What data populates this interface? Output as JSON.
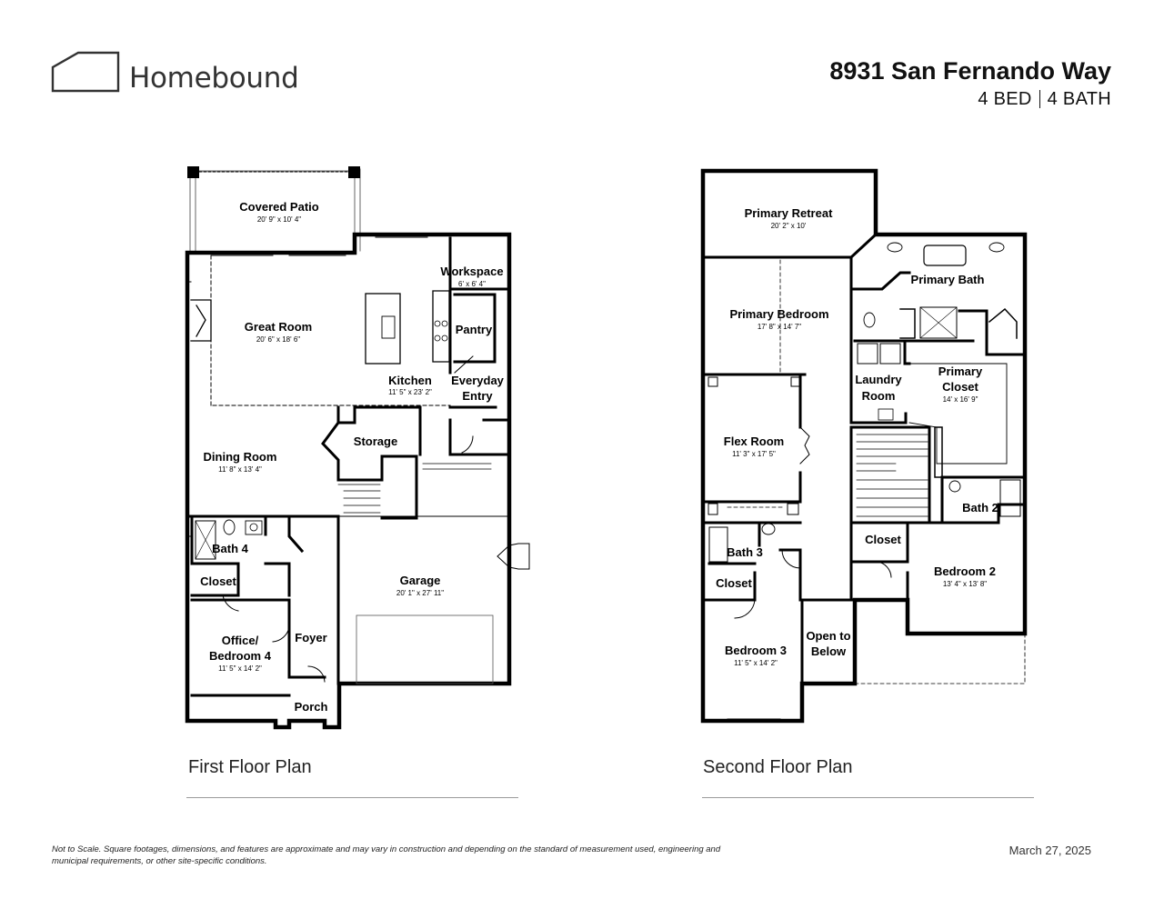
{
  "brand": {
    "name": "Homebound",
    "icon": "house-roof-icon"
  },
  "listing": {
    "address": "8931 San Fernando Way",
    "beds": "4 BED",
    "baths": "4 BATH"
  },
  "first_floor": {
    "caption": "First Floor Plan",
    "rooms": [
      {
        "name": "Covered Patio",
        "dims": "20' 9\" x 10' 4\""
      },
      {
        "name": "Workspace",
        "dims": "6' x 6' 4\""
      },
      {
        "name": "Great Room",
        "dims": "20' 6\" x 18' 6\""
      },
      {
        "name": "Pantry",
        "dims": ""
      },
      {
        "name": "Kitchen",
        "dims": "11' 5\" x 23' 2\""
      },
      {
        "name": "Everyday",
        "dims": ""
      },
      {
        "name": "Entry",
        "dims": ""
      },
      {
        "name": "Storage",
        "dims": ""
      },
      {
        "name": "Dining Room",
        "dims": "11' 8\" x 13' 4\""
      },
      {
        "name": "Bath 4",
        "dims": ""
      },
      {
        "name": "Closet",
        "dims": ""
      },
      {
        "name": "Garage",
        "dims": "20' 1\" x 27' 11\""
      },
      {
        "name": "Foyer",
        "dims": ""
      },
      {
        "name": "Office/",
        "dims": ""
      },
      {
        "name": "Bedroom 4",
        "dims": "11' 5\" x 14' 2\""
      },
      {
        "name": "Porch",
        "dims": ""
      }
    ]
  },
  "second_floor": {
    "caption": "Second Floor Plan",
    "rooms": [
      {
        "name": "Primary Retreat",
        "dims": "20' 2\" x 10'"
      },
      {
        "name": "Primary Bath",
        "dims": ""
      },
      {
        "name": "Primary Bedroom",
        "dims": "17' 8\" x 14' 7\""
      },
      {
        "name": "Laundry",
        "dims": ""
      },
      {
        "name": "Room",
        "dims": ""
      },
      {
        "name": "Primary",
        "dims": ""
      },
      {
        "name": "Closet",
        "dims": "14' x 16' 9\""
      },
      {
        "name": "Flex Room",
        "dims": "11' 3\" x 17' 5\""
      },
      {
        "name": "Bath 2",
        "dims": ""
      },
      {
        "name": "Bath 3",
        "dims": ""
      },
      {
        "name": "Closet",
        "dims": ""
      },
      {
        "name": "Closet",
        "dims": ""
      },
      {
        "name": "Bedroom 2",
        "dims": "13' 4\" x 13' 8\""
      },
      {
        "name": "Open to",
        "dims": ""
      },
      {
        "name": "Below",
        "dims": ""
      },
      {
        "name": "Bedroom 3",
        "dims": "11' 5\" x 14' 2\""
      }
    ]
  },
  "footer": {
    "disclaimer": "Not to Scale. Square footages, dimensions, and features are approximate and may vary in construction and depending on the standard of measurement used, engineering and municipal requirements, or other site-specific conditions.",
    "date": "March 27, 2025"
  }
}
